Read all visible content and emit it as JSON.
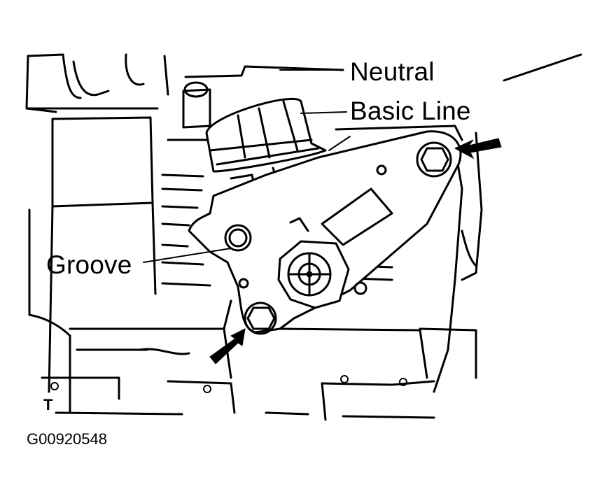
{
  "labels": {
    "neutral_line1": "Neutral",
    "neutral_line2": "Basic Line",
    "groove": "Groove",
    "orientation_mark": "T",
    "figure_id": "G00920548"
  },
  "colors": {
    "ink": "#000000",
    "paper": "#ffffff"
  },
  "icons": {
    "bolt_arrows": "arrow-icon"
  }
}
